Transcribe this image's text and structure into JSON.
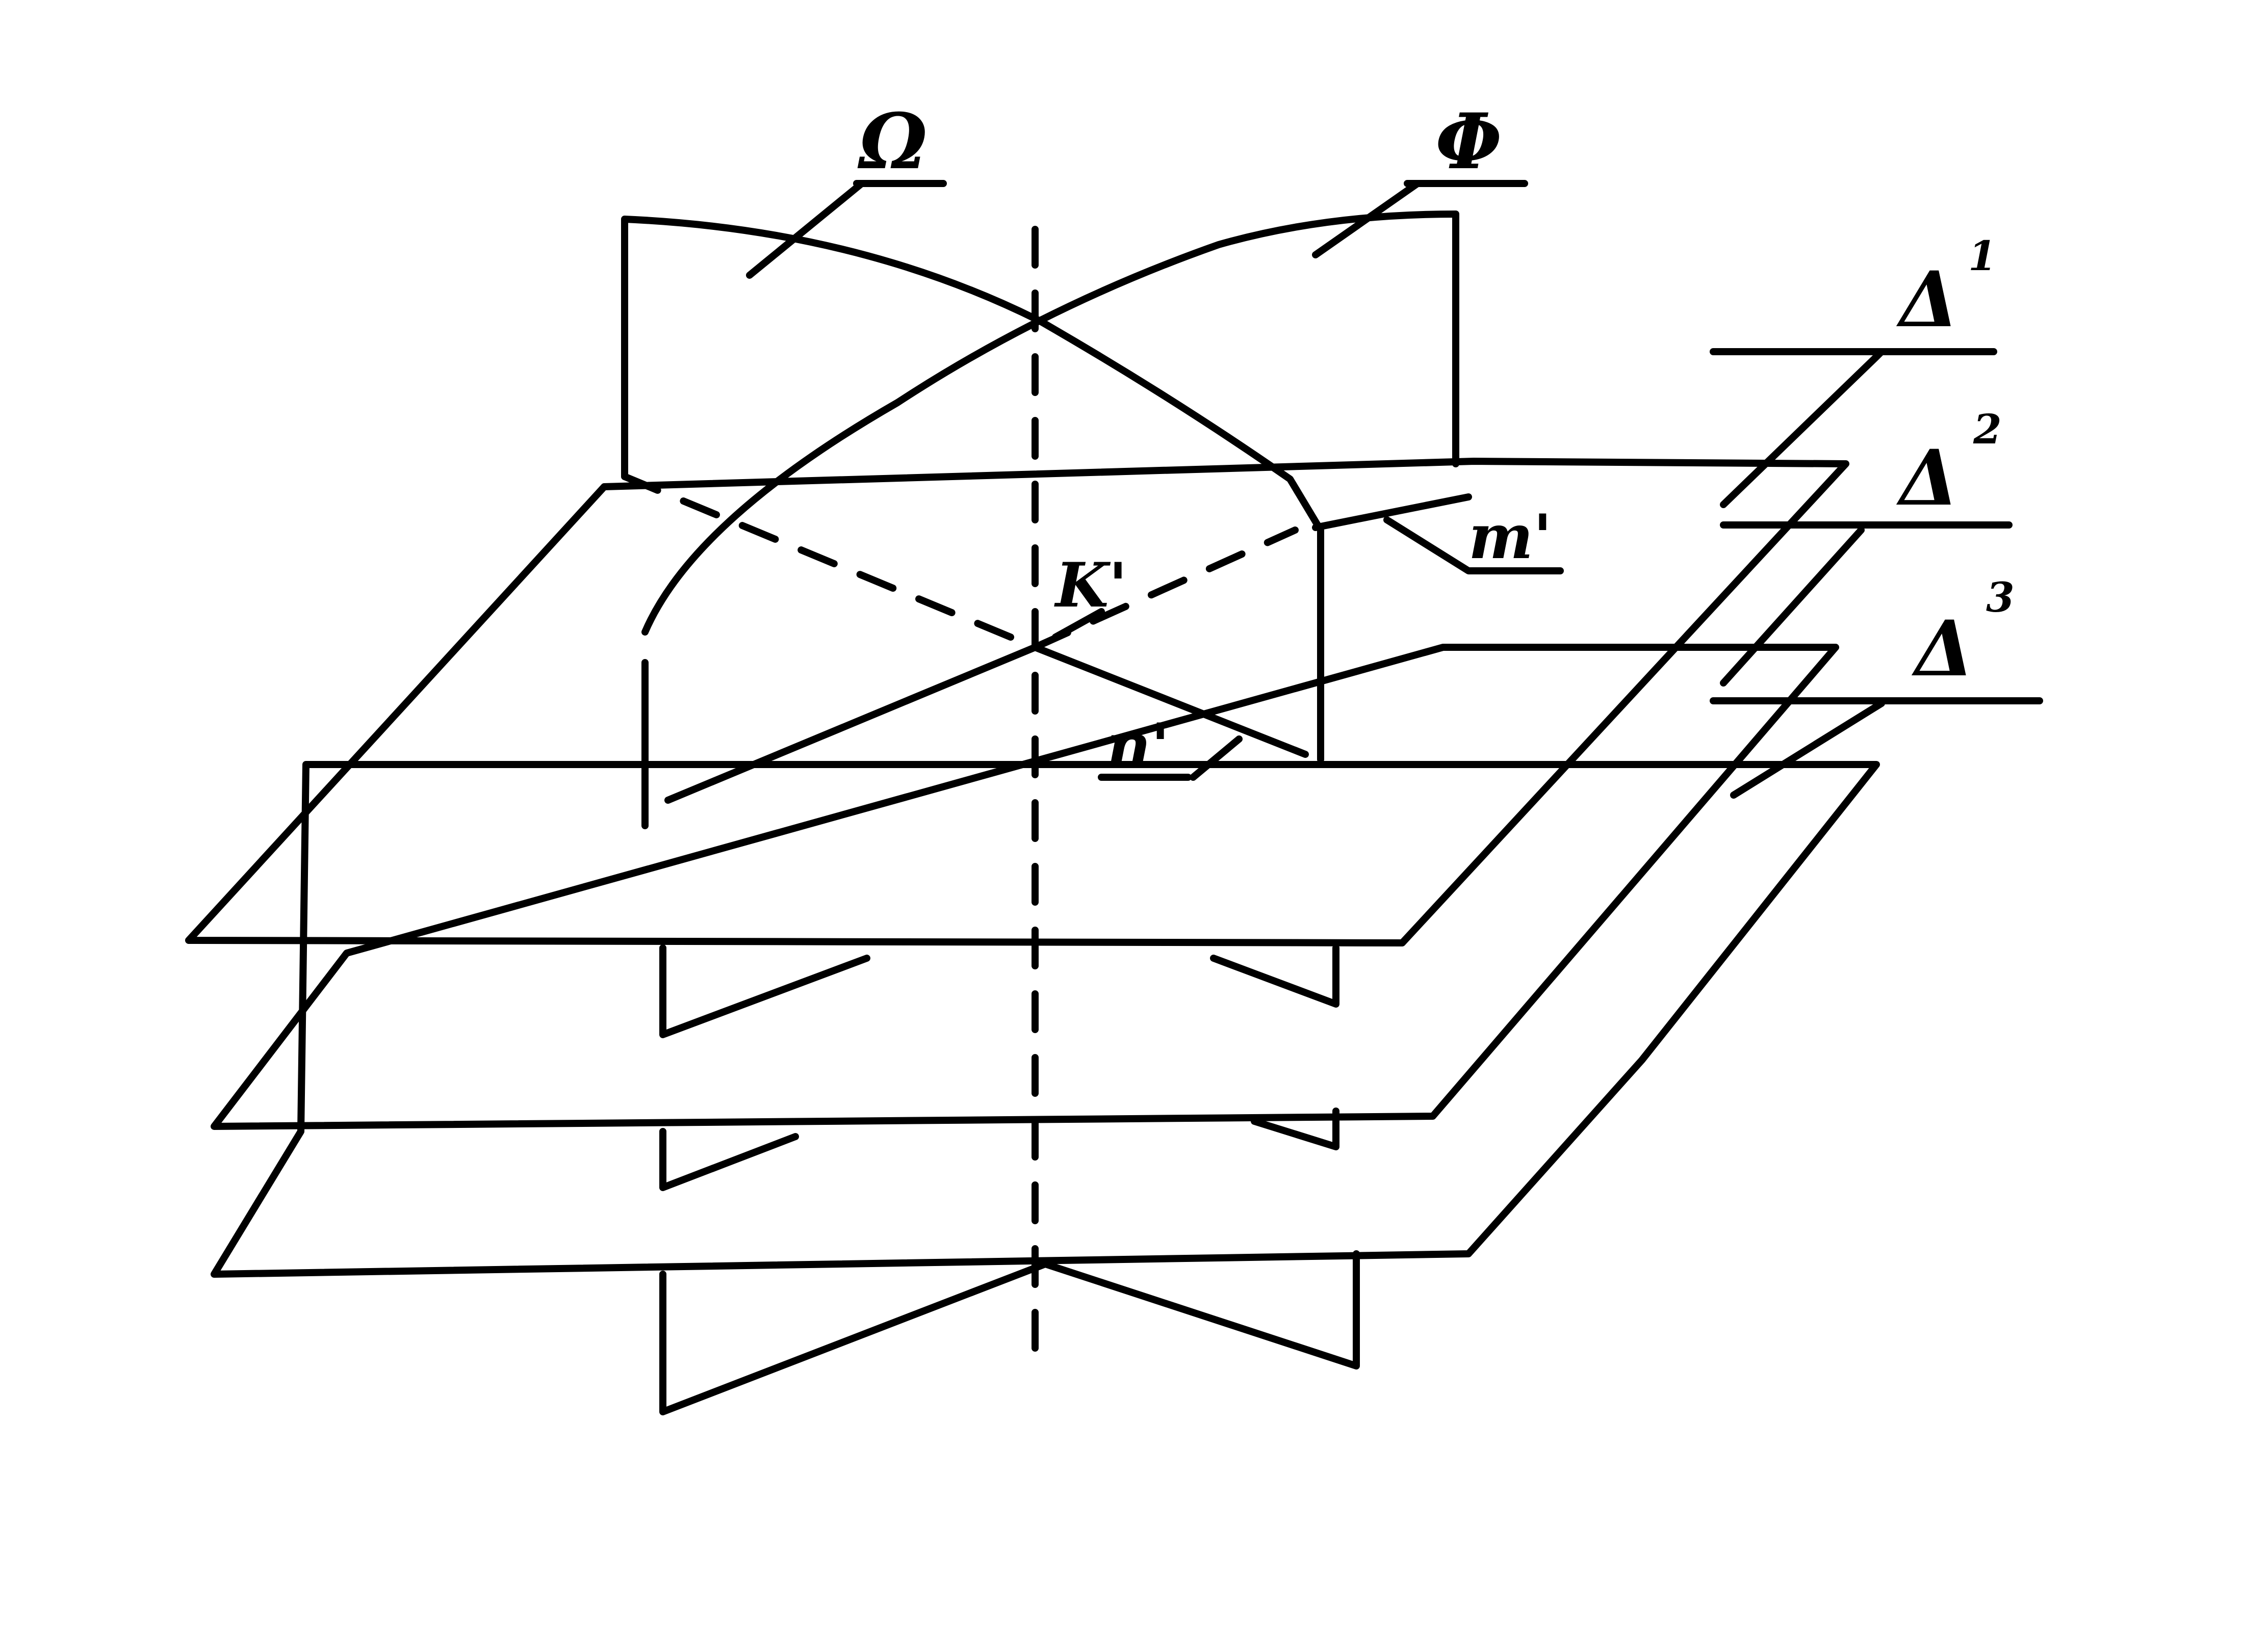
{
  "diagram": {
    "labels": {
      "omega": "Ω",
      "phi": "Φ",
      "delta1": "Δ",
      "delta1_sup": "1",
      "delta2": "Δ",
      "delta2_sup": "2",
      "delta3": "Δ",
      "delta3_sup": "3",
      "m": "m'",
      "k": "K'",
      "n": "n'"
    },
    "colors": {
      "ink": "#000000",
      "paper": "#ffffff"
    }
  }
}
